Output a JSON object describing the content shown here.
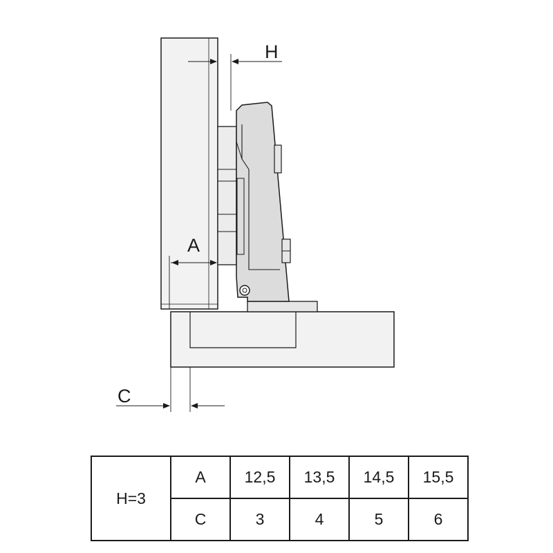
{
  "diagram": {
    "labels": {
      "h": "H",
      "a": "A",
      "c": "C"
    },
    "colors": {
      "line": "#1a1a1a",
      "body": "#f2f2f2",
      "arm": "#dcdcdc"
    }
  },
  "table": {
    "h_label": "H=3",
    "rows": [
      {
        "key": "A",
        "values": [
          "12,5",
          "13,5",
          "14,5",
          "15,5"
        ]
      },
      {
        "key": "C",
        "values": [
          "3",
          "4",
          "5",
          "6"
        ]
      }
    ]
  }
}
